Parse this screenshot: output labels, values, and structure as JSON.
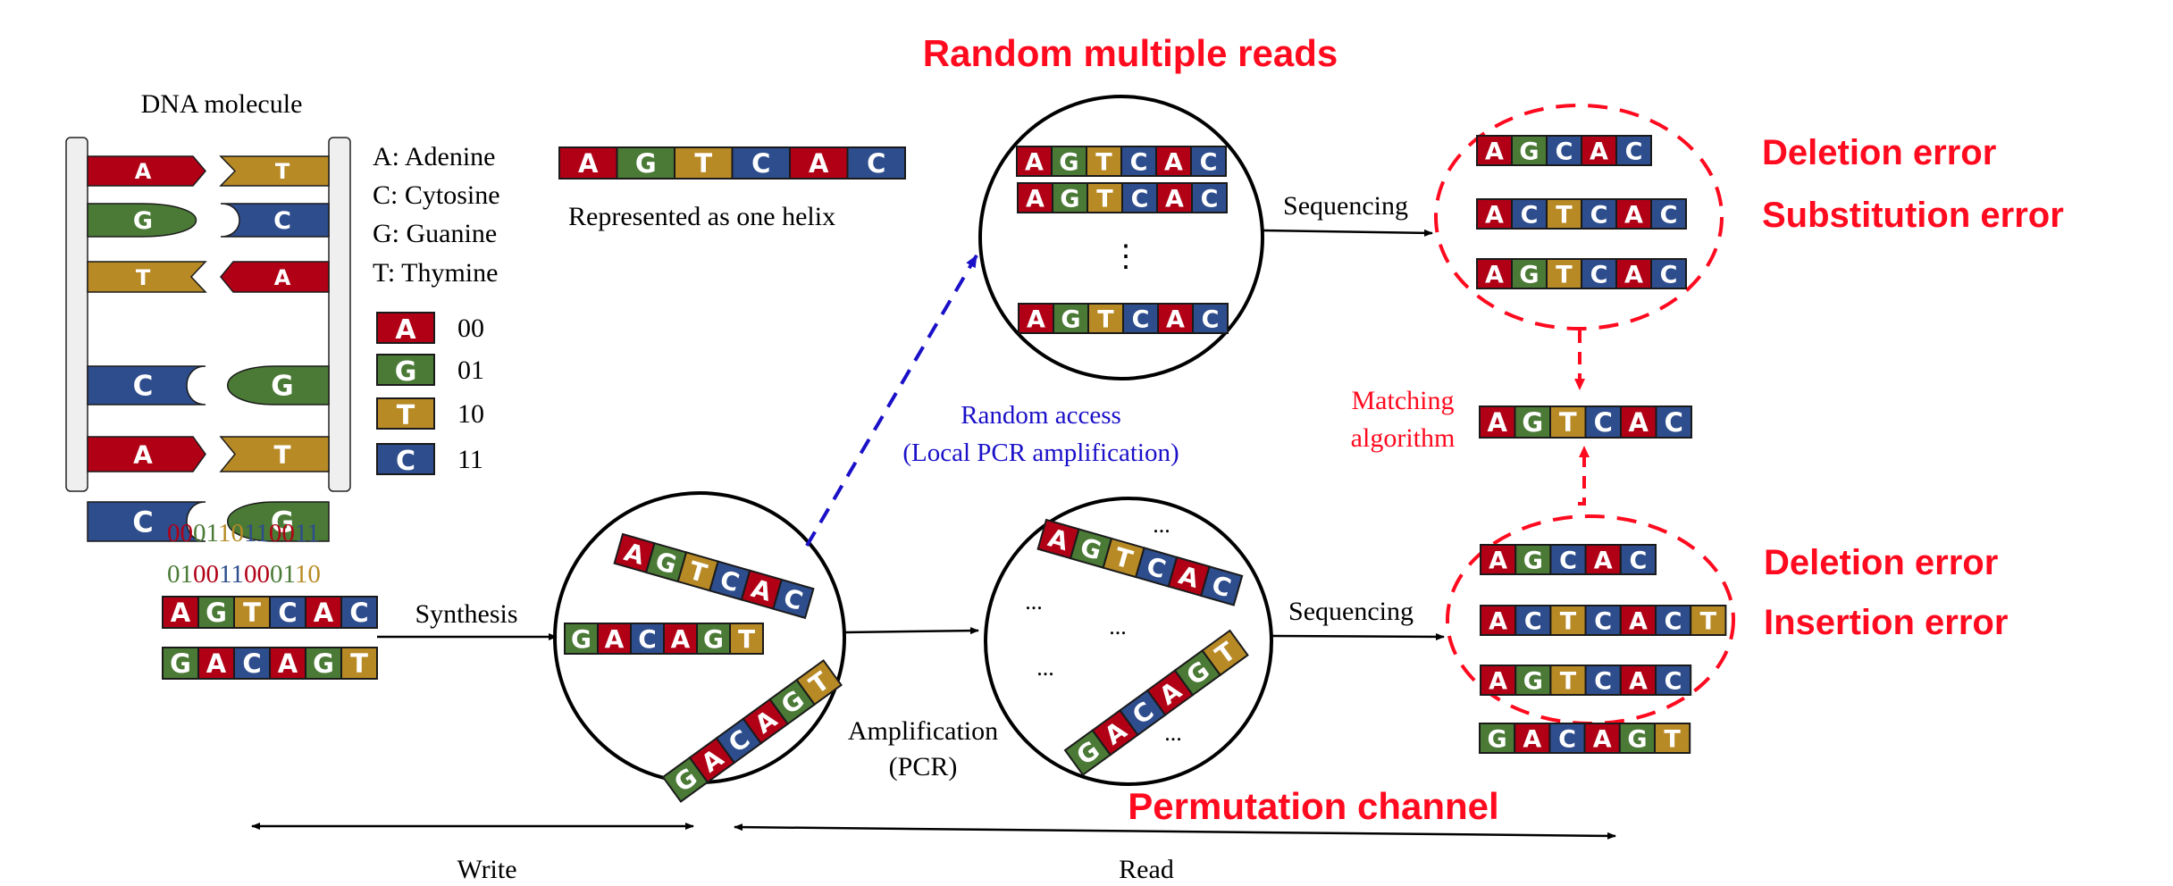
{
  "colors": {
    "A": "#b10016",
    "G": "#4a7a35",
    "T": "#b88a26",
    "C": "#2e4d8d",
    "emphasis_red": "#ff0a1e",
    "access_blue": "#1a10c8",
    "rail_fill": "#efefef"
  },
  "molecule": {
    "title": "DNA molecule",
    "pairs": [
      {
        "left": "A",
        "right": "T"
      },
      {
        "left": "G",
        "right": "C"
      },
      {
        "left": "T",
        "right": "A"
      },
      {
        "left": "C",
        "right": "G"
      },
      {
        "left": "A",
        "right": "T"
      },
      {
        "left": "C",
        "right": "G"
      }
    ]
  },
  "nucleotide_names": [
    "A: Adenine",
    "C: Cytosine",
    "G: Guanine",
    "T: Thymine"
  ],
  "encoding_table": [
    {
      "base": "A",
      "bits": "00"
    },
    {
      "base": "G",
      "bits": "01"
    },
    {
      "base": "T",
      "bits": "10"
    },
    {
      "base": "C",
      "bits": "11"
    }
  ],
  "helix": {
    "sequence": "AGTCAC",
    "caption": "Represented as one helix"
  },
  "binary_strings": [
    {
      "pairs": [
        "00",
        "01",
        "10",
        "11",
        "00",
        "11"
      ]
    },
    {
      "pairs": [
        "01",
        "00",
        "11",
        "00",
        "01",
        "10"
      ]
    }
  ],
  "input_strands": [
    "AGTCAC",
    "GACAGT"
  ],
  "labels": {
    "synthesis": "Synthesis",
    "amplification_line1": "Amplification",
    "amplification_line2": "(PCR)",
    "sequencing_top": "Sequencing",
    "sequencing_bottom": "Sequencing",
    "random_access_line1": "Random access",
    "random_access_line2": "(Local PCR amplification)",
    "matching_line1": "Matching",
    "matching_line2": "algorithm",
    "write": "Write",
    "read": "Read",
    "ellipsis": "...",
    "vertical_ellipsis": "⋮"
  },
  "headings": {
    "random_multiple_reads": "Random multiple reads",
    "permutation_channel": "Permutation channel"
  },
  "pool_write": [
    "AGTCAC",
    "GACAGT",
    "GACAGT"
  ],
  "pool_amplified": [
    "AGTCAC",
    "GACAGT"
  ],
  "random_reads": [
    "AGTCAC",
    "AGTCAC",
    "AGTCAC"
  ],
  "top_sequenced": {
    "reads": [
      "AGCAC",
      "ACTCAC",
      "AGTCAC"
    ],
    "errors": [
      "Deletion error",
      "Substitution error"
    ]
  },
  "matched_result": "AGTCAC",
  "bottom_sequenced": {
    "reads": [
      "AGCAC",
      "ACTCACT",
      "AGTCAC"
    ],
    "extra_read": "GACAGT",
    "errors": [
      "Deletion error",
      "Insertion error"
    ]
  }
}
